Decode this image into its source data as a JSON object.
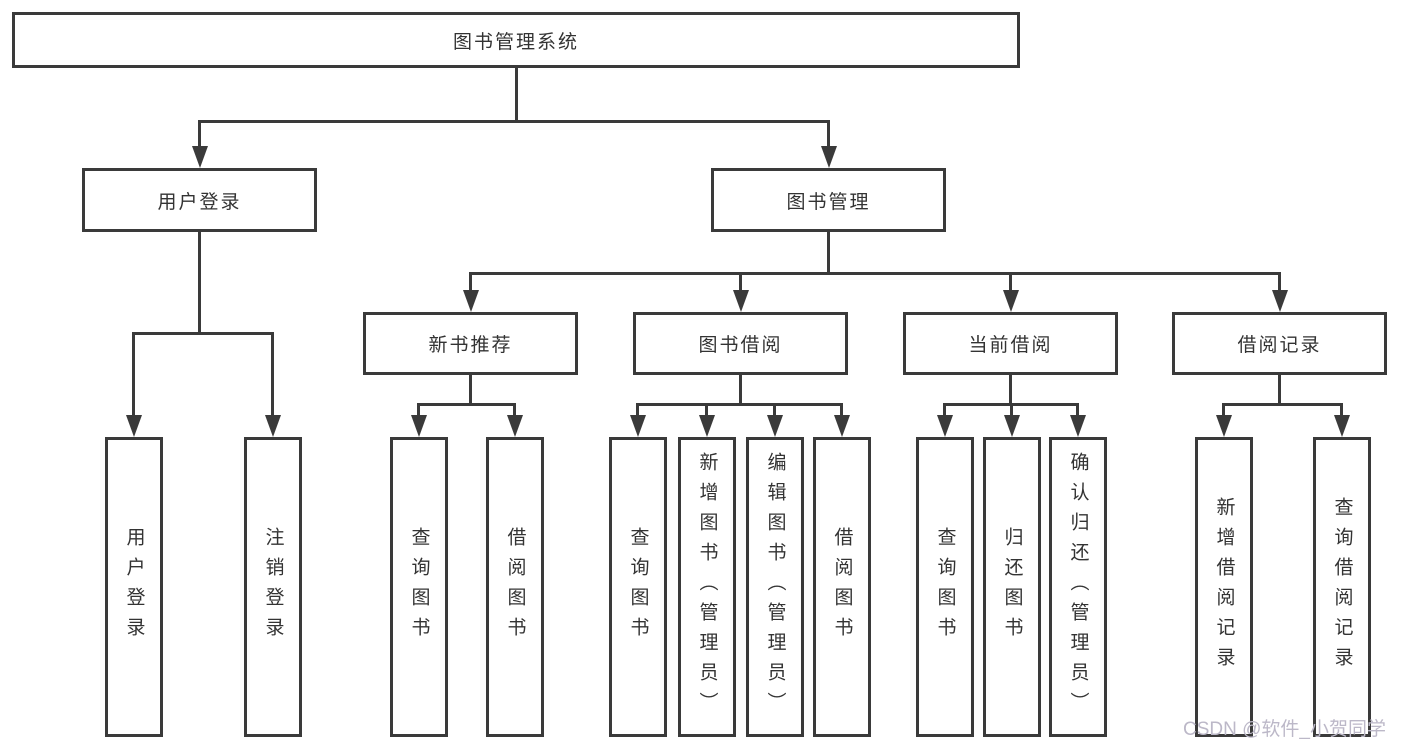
{
  "root": {
    "label": "图书管理系统"
  },
  "level2": [
    {
      "label": "用户登录"
    },
    {
      "label": "图书管理"
    }
  ],
  "level3": [
    {
      "label": "新书推荐"
    },
    {
      "label": "图书借阅"
    },
    {
      "label": "当前借阅"
    },
    {
      "label": "借阅记录"
    }
  ],
  "level4": [
    {
      "label": "用户登录"
    },
    {
      "label": "注销登录"
    },
    {
      "label": "查询图书"
    },
    {
      "label": "借阅图书"
    },
    {
      "label": "查询图书"
    },
    {
      "label": "新增图书（管理员）"
    },
    {
      "label": "编辑图书（管理员）"
    },
    {
      "label": "借阅图书"
    },
    {
      "label": "查询图书"
    },
    {
      "label": "归还图书"
    },
    {
      "label": "确认归还（管理员）"
    },
    {
      "label": "新增借阅记录"
    },
    {
      "label": "查询借阅记录"
    }
  ],
  "watermark": "CSDN @软件_小贺同学",
  "colors": {
    "line": "#3a3a3a",
    "text": "#333333",
    "background": "#ffffff",
    "watermark": "#bcb8c8"
  }
}
